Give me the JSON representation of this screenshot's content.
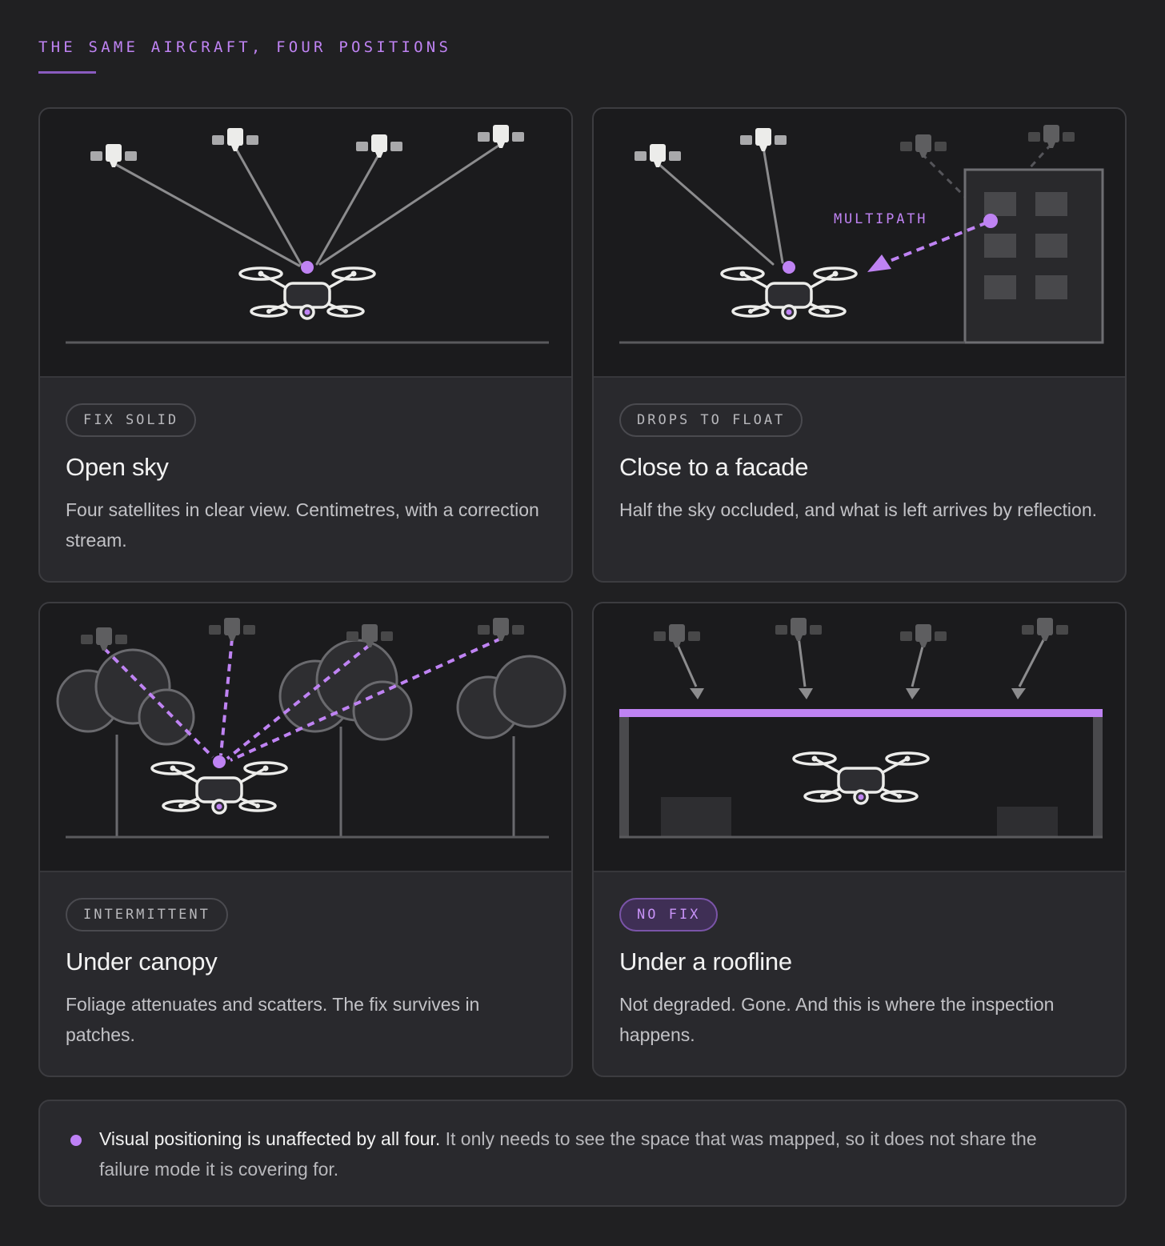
{
  "header": {
    "eyebrow": "THE SAME AIRCRAFT, FOUR POSITIONS"
  },
  "colors": {
    "accent": "#bf83f3",
    "background": "#202022",
    "card": "#29292d",
    "scene": "#1b1b1d"
  },
  "cards": [
    {
      "badge": "FIX SOLID",
      "title": "Open sky",
      "description": "Four satellites in clear view. Centimetres, with a correction stream."
    },
    {
      "badge": "DROPS TO FLOAT",
      "title": "Close to a facade",
      "description": "Half the sky occluded, and what is left arrives by reflection.",
      "annotation": "MULTIPATH"
    },
    {
      "badge": "INTERMITTENT",
      "title": "Under canopy",
      "description": "Foliage attenuates and scatters. The fix survives in patches."
    },
    {
      "badge": "NO FIX",
      "title": "Under a roofline",
      "description": "Not degraded. Gone. And this is where the inspection happens."
    }
  ],
  "note": {
    "strong": "Visual positioning is unaffected by all four.",
    "rest": " It only needs to see the space that was mapped, so it does not share the failure mode it is covering for."
  }
}
